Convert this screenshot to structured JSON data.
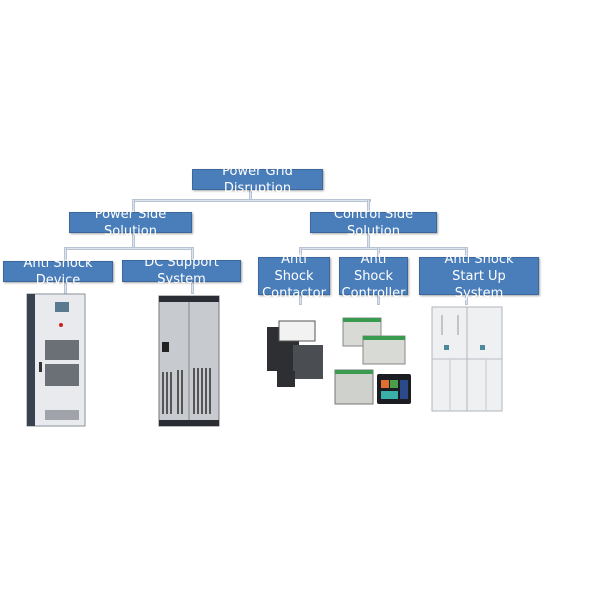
{
  "diagram": {
    "root": {
      "label": "Power Grid Disruption"
    },
    "branches": [
      {
        "label": "Power Side Solution",
        "children": [
          {
            "label": "Anti Shock Device",
            "image": "anti-shock-device-cabinet"
          },
          {
            "label": "DC Support System",
            "image": "dc-support-cabinet"
          }
        ]
      },
      {
        "label": "Control Side Solution",
        "children": [
          {
            "label": "Anti Shock Contactor",
            "image": "contactor"
          },
          {
            "label": "Anti Shock Controller",
            "image": "controller-modules"
          },
          {
            "label": "Anti Shock Start Up System",
            "image": "startup-cabinet"
          }
        ]
      }
    ]
  },
  "colors": {
    "node": "#4a7ebb",
    "node_text": "#ffffff",
    "connector": "#dde4ee"
  }
}
